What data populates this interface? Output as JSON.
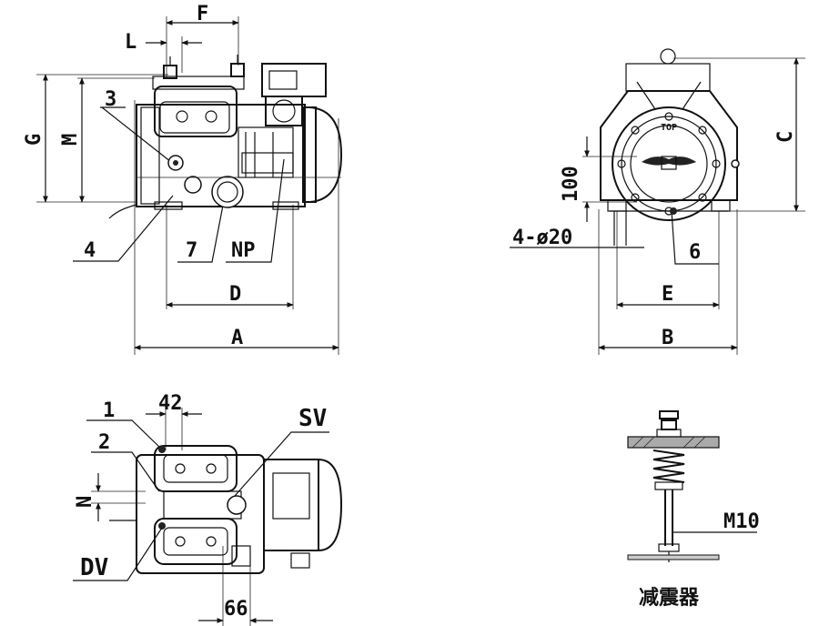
{
  "labels": {
    "L": "L",
    "F": "F",
    "G": "G",
    "M": "M",
    "three": "3",
    "four": "4",
    "seven": "7",
    "np": "NP",
    "D": "D",
    "A": "A",
    "C": "C",
    "hundred": "100",
    "holes": "4-ø20",
    "six": "6",
    "E": "E",
    "B": "B",
    "top": "TOP",
    "one": "1",
    "two": "2",
    "fortytwo": "42",
    "SV": "SV",
    "N": "N",
    "DV": "DV",
    "sixtysix": "66",
    "M10": "M10",
    "damper": "减震器"
  }
}
